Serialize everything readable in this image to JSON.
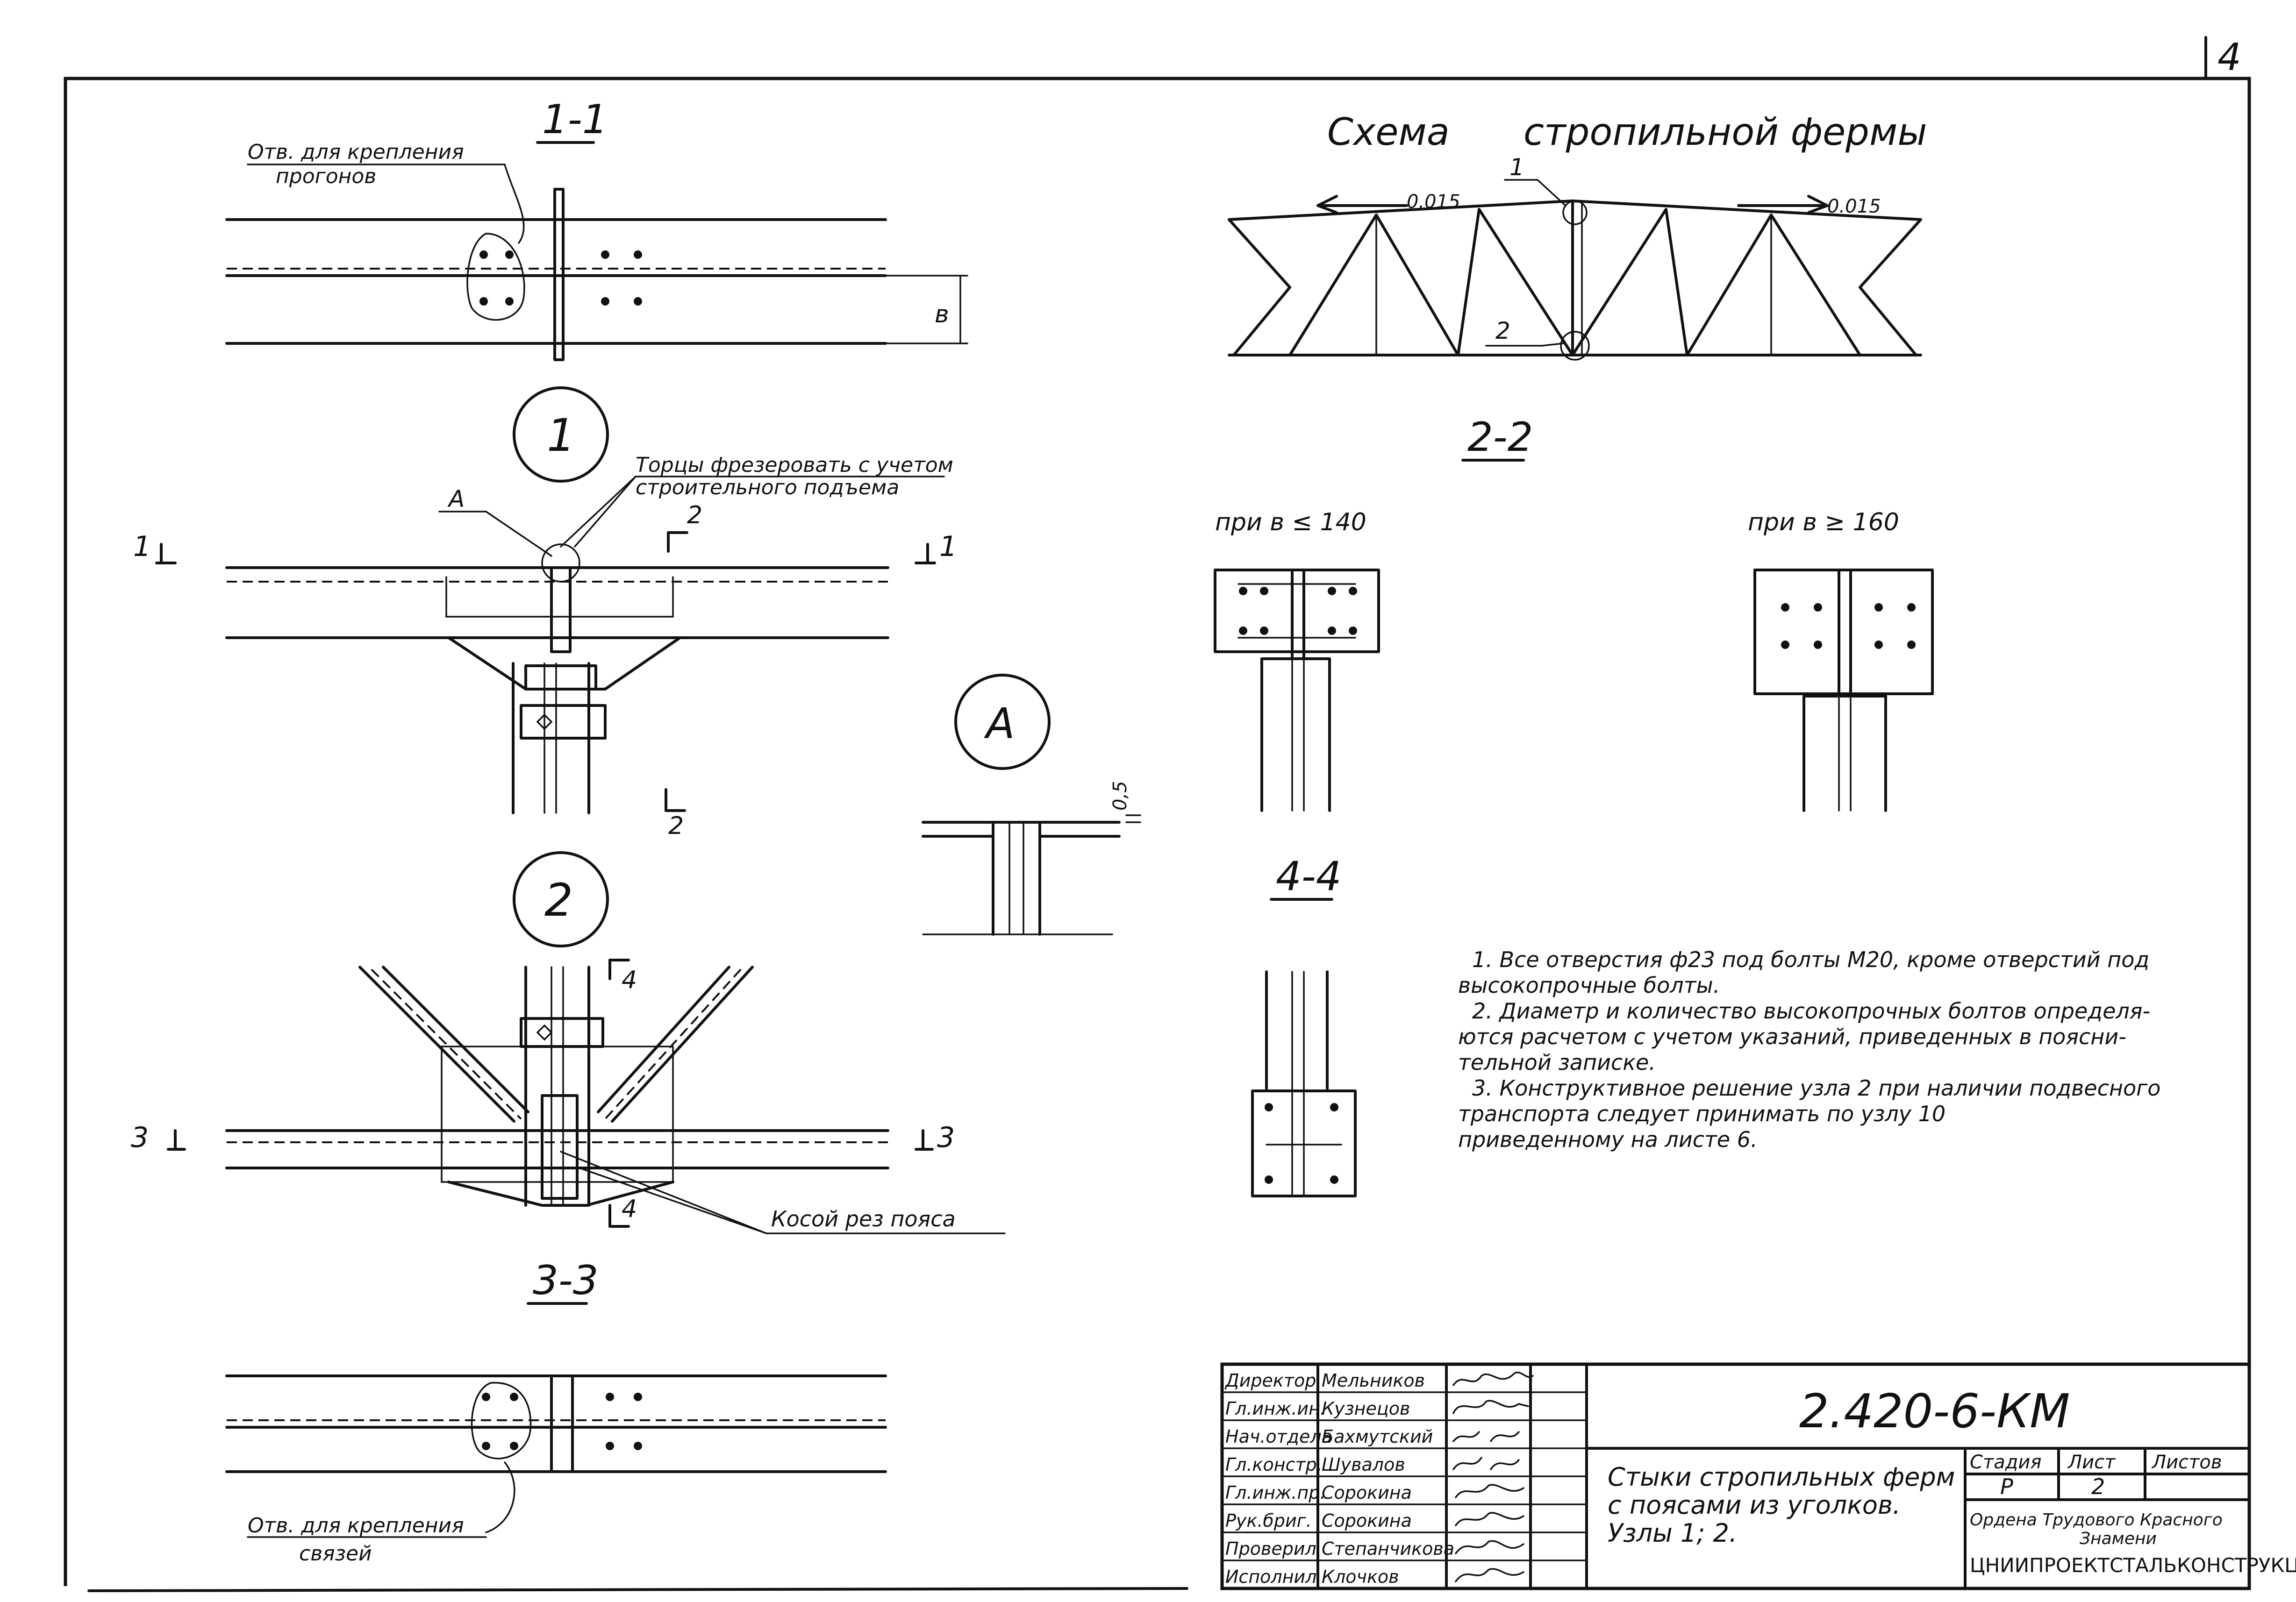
{
  "page_number": "4",
  "section_1_1": {
    "label": "1-1",
    "note": [
      "Отв. для крепления",
      "прогонов"
    ],
    "dim": "в"
  },
  "node_1": {
    "label": "1",
    "note": [
      "Торцы фрезеровать с учетом",
      "строительного подъема"
    ],
    "detail_ref": "А",
    "cut_1": "1",
    "cut_2_top": "2",
    "cut_2_bottom": "2"
  },
  "detail_a": {
    "label": "А",
    "dim": "0,5"
  },
  "node_2": {
    "label": "2",
    "cut_3": "3",
    "cut_4_top": "4",
    "cut_4_bottom": "4",
    "note": "Косой рез пояса"
  },
  "section_3_3": {
    "label": "3-3",
    "note": [
      "Отв. для крепления",
      "связей"
    ]
  },
  "truss_scheme": {
    "title_1": "Схема",
    "title_2": "стропильной фермы",
    "slope_left": "0.015",
    "slope_right": "0.015",
    "ref_1": "1",
    "ref_2": "2"
  },
  "section_2_2": {
    "label": "2-2",
    "case_left": "при в ≤ 140",
    "case_right": "при в ≥ 160"
  },
  "section_4_4": {
    "label": "4-4"
  },
  "notes": [
    "1. Все отверстия ф23 под болты М20, кроме отверстий под",
    "высокопрочные болты.",
    "2. Диаметр и количество высокопрочных болтов определя-",
    "ются расчетом с учетом указаний, приведенных в поясни-",
    "тельной записке.",
    "3. Конструктивное решение узла 2 при наличии подвесного",
    "транспорта следует принимать по узлу 10",
    "приведенному на листе 6."
  ],
  "title_block": {
    "staff": [
      {
        "role": "Директор",
        "name": "Мельников"
      },
      {
        "role": "Гл.инж.ин.",
        "name": "Кузнецов"
      },
      {
        "role": "Нач.отдела",
        "name": "Бахмутский"
      },
      {
        "role": "Гл.констр.",
        "name": "Шувалов"
      },
      {
        "role": "Гл.инж.пр.",
        "name": "Сорокина"
      },
      {
        "role": "Рук.бриг.",
        "name": "Сорокина"
      },
      {
        "role": "Проверил",
        "name": "Степанчикова"
      },
      {
        "role": "Исполнил",
        "name": "Клочков"
      }
    ],
    "doc_code": "2.420-6-КМ",
    "title": [
      "Стыки стропильных ферм",
      "с поясами из уголков.",
      "Узлы 1; 2."
    ],
    "stage_label": "Стадия",
    "sheet_label": "Лист",
    "sheets_label": "Листов",
    "stage": "Р",
    "sheet": "2",
    "org_line_1": "Ордена Трудового Красного",
    "org_line_2": "Знамени",
    "org_name": "ЦНИИПРОЕКТСТАЛЬКОНСТРУКЦИЯ"
  }
}
